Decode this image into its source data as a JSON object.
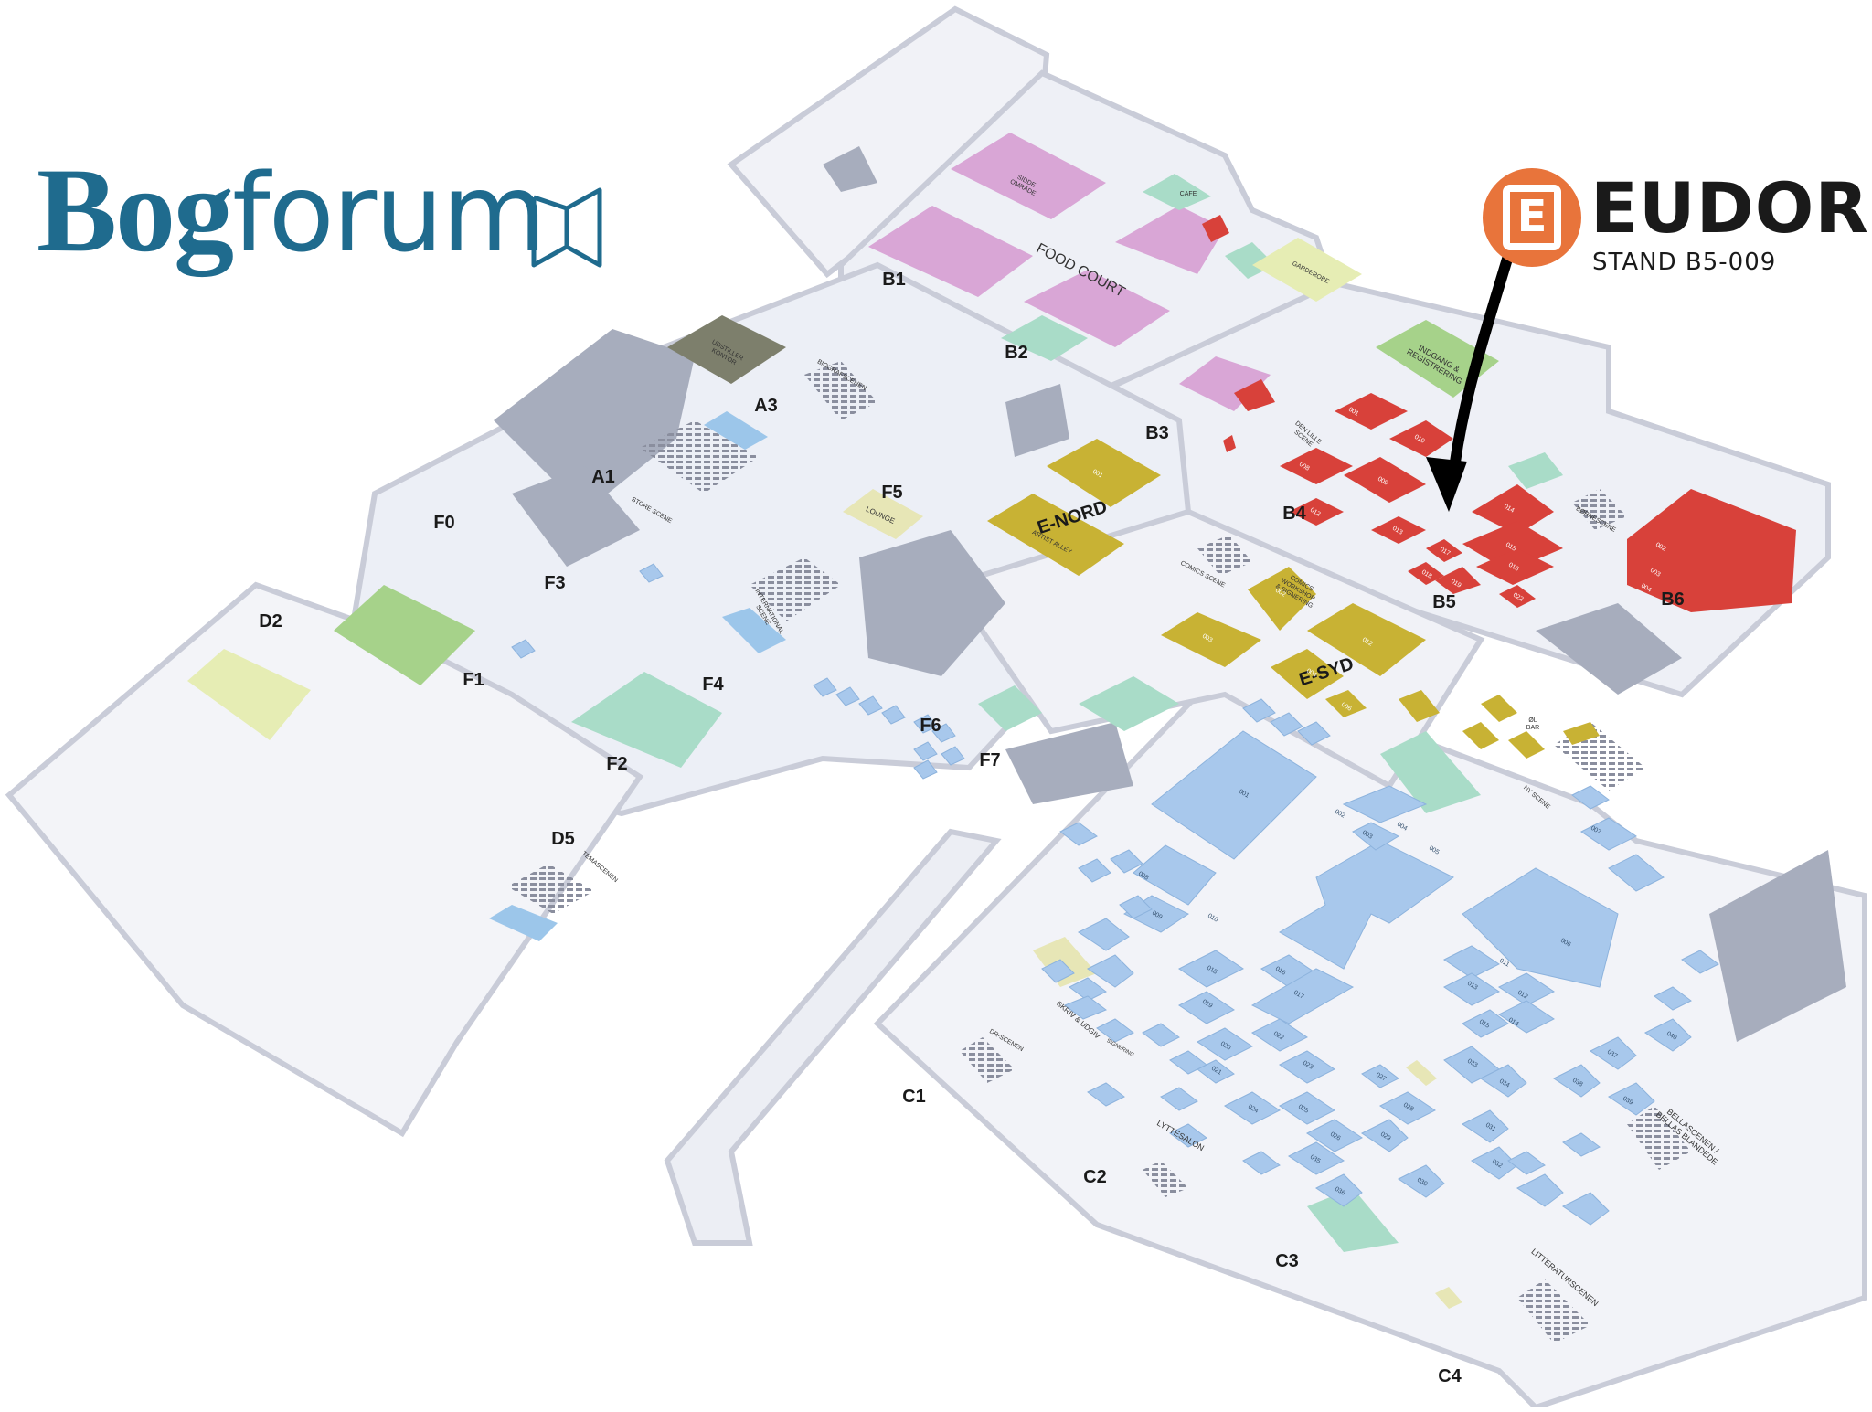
{
  "logo": {
    "part_bold": "Bog",
    "part_light": "forum"
  },
  "exhibitor": {
    "badge_letter": "E",
    "name": "EUDOR",
    "stand": "STAND B5-009",
    "color": "#e8743b"
  },
  "colors": {
    "floor": "#eef0f6",
    "wall": "#c9ccd8",
    "hall_a": "#a7adbd",
    "sidehall": "#d9a6d6",
    "cafe": "#a9dcc8",
    "entrance": "#a6d28a",
    "wardrobe": "#e6edb4",
    "lounge": "#e7e6b6",
    "office": "#7d7f6c",
    "stand_c": "#a8c8ec",
    "stand_b": "#d8413a",
    "stand_e": "#c8b234",
    "stage_blue": "#9cc6ea"
  },
  "hall_labels": [
    "B1",
    "B2",
    "B3",
    "B4",
    "B5",
    "B6",
    "A1",
    "A3",
    "F0",
    "F1",
    "F2",
    "F3",
    "F4",
    "F5",
    "F6",
    "F7",
    "D2",
    "D5",
    "C1",
    "C2",
    "C3",
    "C4",
    "E-NORD",
    "E-SYD"
  ],
  "area_labels": {
    "food_court": "FOOD COURT",
    "sideomrade": "SIDDE\nOMRÅDE",
    "cafe": "CAFE",
    "garderobe": "GARDEROBE",
    "indgang": "INDGANG &\nREGISTRERING",
    "udstiller": "UDSTILLER\nKONTOR",
    "biografscenen": "BIOGRAFSCENEN",
    "store_scene": "STORE SCENE",
    "lounge": "LOUNGE",
    "international": "INTERNATIONAL\nSCENE",
    "den_lille_scene": "DEN LILLE\nSCENE",
    "bornescene": "BØRNESCENE",
    "comics_scene": "COMICS SCENE",
    "comics_workshop": "COMICS\nWORKSHOP\n& SIGNERING",
    "artist_alley": "ARTIST ALLEY",
    "ny_scene": "NY SCENE",
    "ol_bar": "ØL\nBAR",
    "temascenen": "TEMASCENEN",
    "dr_scenen": "DR-SCENEN",
    "skriv_udgiv": "SKRIV & UDGIV",
    "lyttesalon": "LYTTESALON",
    "litteraturscenen": "LITTERATURSCENEN",
    "bellascenen": "BELLASCENEN /\nBELLAS BLANDEDE",
    "signering": "SIGNERING"
  },
  "stand_numbers": {
    "b5": [
      "001",
      "008",
      "009",
      "010",
      "012",
      "013",
      "014",
      "015",
      "016",
      "017",
      "018",
      "019",
      "022",
      "002",
      "003",
      "004"
    ],
    "e": [
      "001",
      "002",
      "003",
      "004",
      "006",
      "012",
      "014"
    ],
    "c": [
      "001",
      "002",
      "003",
      "004",
      "005",
      "006",
      "007",
      "008",
      "009",
      "010",
      "011",
      "012",
      "013",
      "014",
      "015",
      "016",
      "017",
      "018",
      "019",
      "020",
      "021",
      "022",
      "023",
      "024",
      "025",
      "026",
      "027",
      "028",
      "029",
      "030",
      "031",
      "032",
      "033",
      "034",
      "035",
      "036",
      "037",
      "038",
      "039",
      "040"
    ]
  }
}
